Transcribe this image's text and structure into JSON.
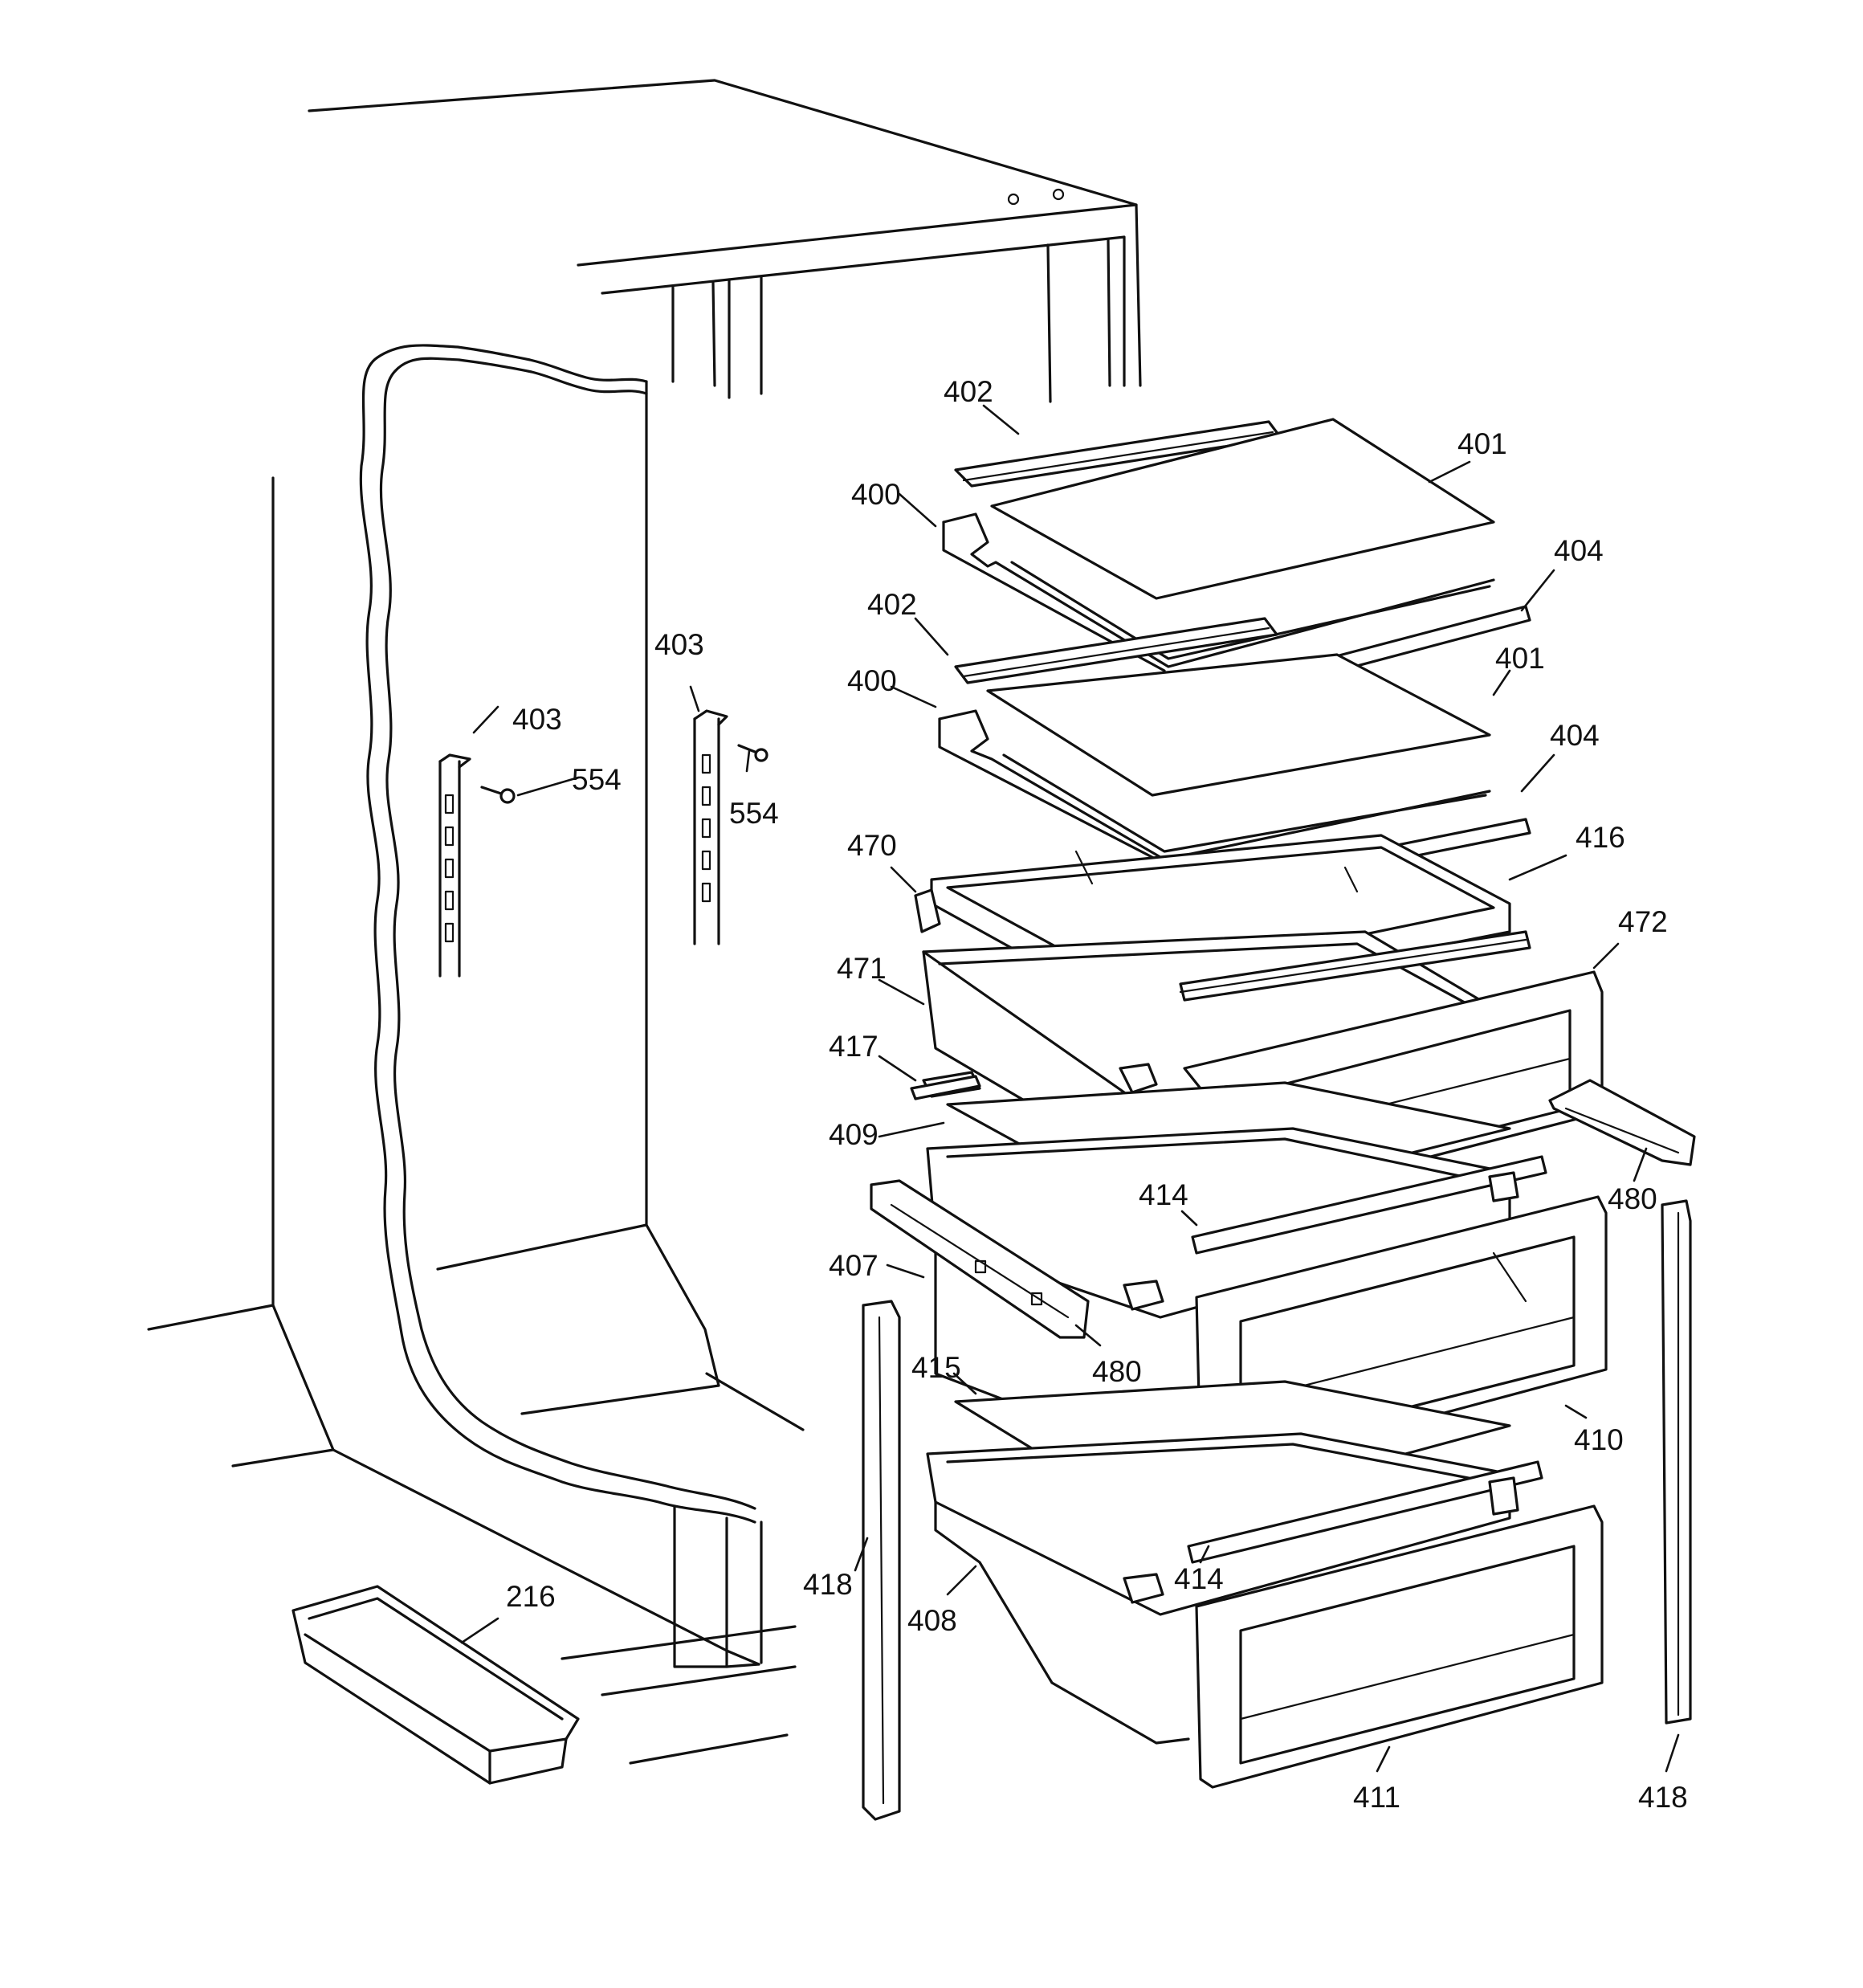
{
  "labels": [
    {
      "id": "402a",
      "text": "402"
    },
    {
      "id": "401a",
      "text": "401"
    },
    {
      "id": "400a",
      "text": "400"
    },
    {
      "id": "404a",
      "text": "404"
    },
    {
      "id": "402b",
      "text": "402"
    },
    {
      "id": "403a",
      "text": "403"
    },
    {
      "id": "400b",
      "text": "400"
    },
    {
      "id": "401b",
      "text": "401"
    },
    {
      "id": "403b",
      "text": "403"
    },
    {
      "id": "554a",
      "text": "554"
    },
    {
      "id": "554b",
      "text": "554"
    },
    {
      "id": "404b",
      "text": "404"
    },
    {
      "id": "470",
      "text": "470"
    },
    {
      "id": "416",
      "text": "416"
    },
    {
      "id": "472",
      "text": "472"
    },
    {
      "id": "471",
      "text": "471"
    },
    {
      "id": "417",
      "text": "417"
    },
    {
      "id": "409",
      "text": "409"
    },
    {
      "id": "414a",
      "text": "414"
    },
    {
      "id": "480a",
      "text": "480"
    },
    {
      "id": "407",
      "text": "407"
    },
    {
      "id": "480b",
      "text": "480"
    },
    {
      "id": "415",
      "text": "415"
    },
    {
      "id": "410",
      "text": "410"
    },
    {
      "id": "414b",
      "text": "414"
    },
    {
      "id": "418a",
      "text": "418"
    },
    {
      "id": "408",
      "text": "408"
    },
    {
      "id": "216",
      "text": "216"
    },
    {
      "id": "411",
      "text": "411"
    },
    {
      "id": "418b",
      "text": "418"
    }
  ]
}
